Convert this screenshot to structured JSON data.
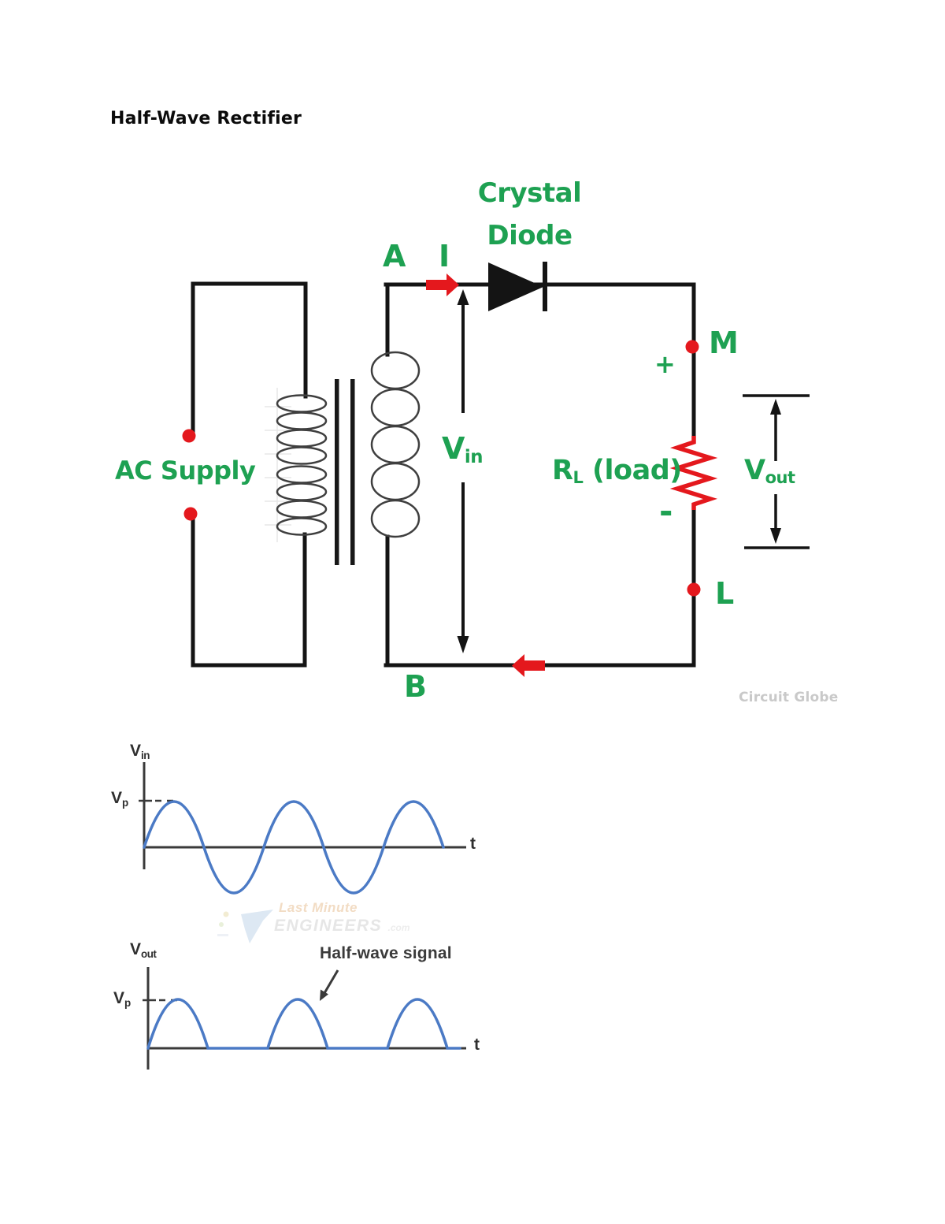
{
  "page": {
    "title": "Half-Wave Rectifier"
  },
  "circuit": {
    "credit": "Circuit Globe",
    "colors": {
      "green": "#1ea152",
      "red": "#e4181d",
      "wire": "#141414",
      "wave_blue": "#4b7ac5"
    },
    "labels": {
      "component_line1": "Crystal",
      "component_line2": "Diode",
      "terminal_a": "A",
      "current": "I",
      "node_m": "M",
      "node_l": "L",
      "terminal_b": "B",
      "polarity_plus": "+",
      "polarity_minus": "-",
      "supply": "AC Supply",
      "load_base": "R",
      "load_sub": "L",
      "load_suffix": "(load)",
      "vin_base": "V",
      "vin_sub": "in",
      "vout_base": "V",
      "vout_sub": "out"
    }
  },
  "chart_data": [
    {
      "type": "line",
      "title": "Input voltage waveform",
      "ylabel_base": "V",
      "ylabel_sub": "in",
      "xlabel": "t",
      "peak_label_base": "V",
      "peak_label_sub": "p",
      "shape": "sine",
      "cycles_shown": 2.5,
      "peak_value": "Vp",
      "peak_marker": "dashed tick at Vp on y-axis",
      "line_color": "#4b7ac5",
      "axis_color": "#3a3a3a"
    },
    {
      "type": "line",
      "title": "Output voltage waveform",
      "ylabel_base": "V",
      "ylabel_sub": "out",
      "xlabel": "t",
      "peak_label_base": "V",
      "peak_label_sub": "p",
      "shape": "half-wave rectified sine (positive humps only)",
      "pulses_shown": 3,
      "peak_value": "Vp",
      "annotation": "Half-wave signal",
      "line_color": "#4b7ac5",
      "axis_color": "#3a3a3a"
    }
  ],
  "watermark": {
    "line1": "Last Minute",
    "line2": "ENGINEERS",
    "suffix": ".com"
  }
}
